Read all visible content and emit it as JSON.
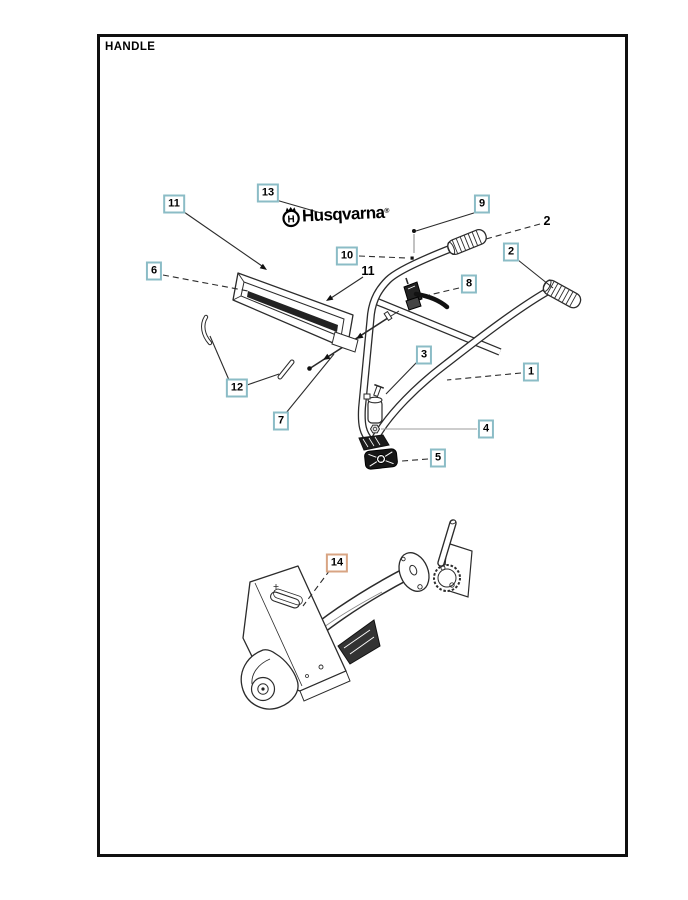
{
  "page": {
    "title": "HANDLE"
  },
  "logo": {
    "brand": "Husqvarna",
    "registered_mark": "®",
    "icon_letter": "H"
  },
  "colors": {
    "callout_border_teal": "#8bbcc6",
    "callout_border_orange": "#d8a483",
    "line_art": "#2b2b2b",
    "grey_leader": "#9b9b9b"
  },
  "callouts": [
    {
      "ref": "11",
      "style": "teal-boxed"
    },
    {
      "ref": "13",
      "style": "teal-boxed"
    },
    {
      "ref": "9",
      "style": "teal-boxed"
    },
    {
      "ref": "2",
      "style": "plain"
    },
    {
      "ref": "10",
      "style": "teal-boxed"
    },
    {
      "ref": "11",
      "style": "plain"
    },
    {
      "ref": "6",
      "style": "teal-boxed"
    },
    {
      "ref": "2",
      "style": "teal-boxed"
    },
    {
      "ref": "8",
      "style": "teal-boxed"
    },
    {
      "ref": "3",
      "style": "teal-boxed"
    },
    {
      "ref": "12",
      "style": "teal-boxed"
    },
    {
      "ref": "1",
      "style": "teal-boxed"
    },
    {
      "ref": "7",
      "style": "teal-boxed"
    },
    {
      "ref": "4",
      "style": "teal-boxed"
    },
    {
      "ref": "5",
      "style": "teal-boxed"
    },
    {
      "ref": "14",
      "style": "orange-boxed"
    }
  ]
}
